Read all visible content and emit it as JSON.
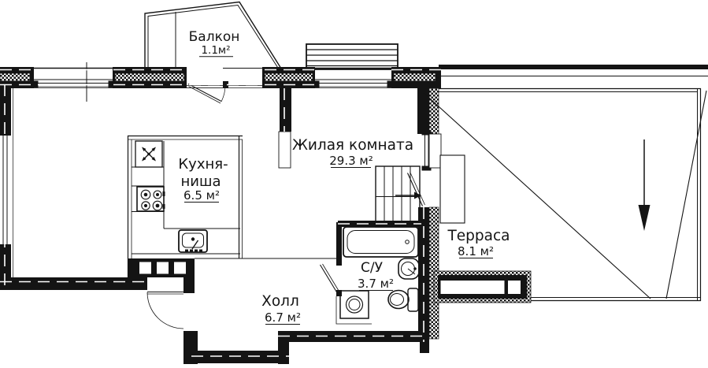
{
  "meta": {
    "type": "apartment-floor-plan",
    "ink_color": "#141414",
    "paper_color": "#ffffff"
  },
  "rooms": {
    "balcony": {
      "name": "Балкон",
      "area": "1.1м²"
    },
    "living": {
      "name": "Жилая комната",
      "area": "29.3 м²"
    },
    "kitchen": {
      "name_line1": "Кухня-",
      "name_line2": "ниша",
      "area": "6.5 м²"
    },
    "hall": {
      "name": "Холл",
      "area": "6.7 м²"
    },
    "bathroom": {
      "name": "С/У",
      "area": "3.7 м²"
    },
    "terrace": {
      "name": "Терраса",
      "area": "8.1 м²"
    }
  },
  "fixtures": [
    "ventilation-shaft",
    "stove",
    "kitchen-sink",
    "bathtub",
    "vanity-sink",
    "toilet",
    "washing-machine",
    "stairs",
    "terrace-planter"
  ],
  "icons": {
    "ventilation": "fan-cross-icon",
    "stair_direction": "right-arrow-icon",
    "terrace_direction": "down-arrow-icon"
  }
}
